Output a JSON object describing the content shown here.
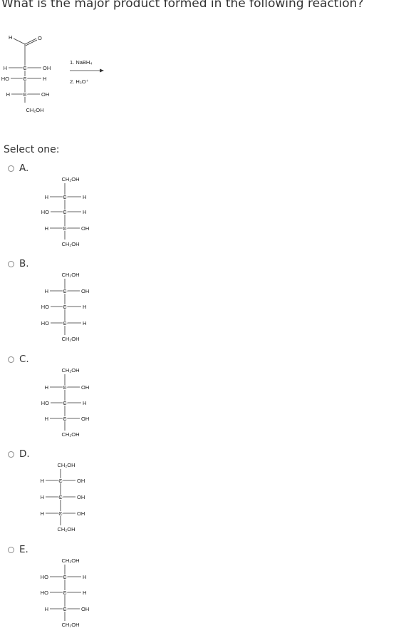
{
  "question": {
    "text": "What is the major product formed in the following reaction?"
  },
  "reactant": {
    "aldehyde_h": "H",
    "aldehyde_o": "O",
    "rows": [
      {
        "left": "H",
        "right": "OH"
      },
      {
        "left": "HO",
        "right": "H"
      },
      {
        "left": "H",
        "right": "OH"
      }
    ],
    "bottom": "CH₂OH",
    "carbon": "C"
  },
  "reagents": {
    "step1": "1. NaBH₄",
    "step2": "2. H₃O⁺"
  },
  "select_label": "Select one:",
  "options": [
    {
      "letter": "A.",
      "top": "CH₂OH",
      "bottom": "CH₂OH",
      "carbon": "C",
      "rows": [
        {
          "left": "H",
          "right": "H"
        },
        {
          "left": "HO",
          "right": "H"
        },
        {
          "left": "H",
          "right": "OH"
        }
      ]
    },
    {
      "letter": "B.",
      "top": "CH₂OH",
      "bottom": "CH₂OH",
      "carbon": "C",
      "rows": [
        {
          "left": "H",
          "right": "OH"
        },
        {
          "left": "HO",
          "right": "H"
        },
        {
          "left": "HO",
          "right": "H"
        }
      ]
    },
    {
      "letter": "C.",
      "top": "CH₂OH",
      "bottom": "CH₂OH",
      "carbon": "C",
      "rows": [
        {
          "left": "H",
          "right": "OH"
        },
        {
          "left": "HO",
          "right": "H"
        },
        {
          "left": "H",
          "right": "OH"
        }
      ]
    },
    {
      "letter": "D.",
      "top": "CH₂OH",
      "bottom": "CH₂OH",
      "carbon": "C",
      "rows": [
        {
          "left": "H",
          "right": "OH"
        },
        {
          "left": "H",
          "right": "OH"
        },
        {
          "left": "H",
          "right": "OH"
        }
      ]
    },
    {
      "letter": "E.",
      "top": "CH₂OH",
      "bottom": "CH₂OH",
      "carbon": "C",
      "rows": [
        {
          "left": "HO",
          "right": "H"
        },
        {
          "left": "HO",
          "right": "H"
        },
        {
          "left": "H",
          "right": "OH"
        }
      ]
    }
  ]
}
